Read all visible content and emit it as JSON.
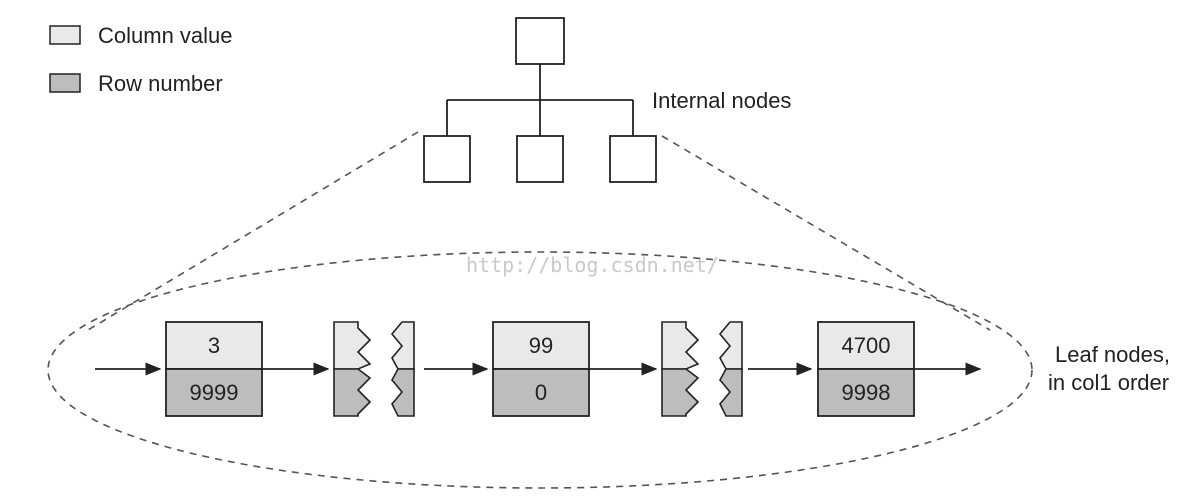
{
  "legend": {
    "items": [
      {
        "label": "Column value",
        "color": "#e9e9e9"
      },
      {
        "label": "Row number",
        "color": "#bdbdbd"
      }
    ]
  },
  "internal_nodes_label": "Internal nodes",
  "leaf_nodes_label_line1": "Leaf nodes,",
  "leaf_nodes_label_line2": "in col1 order",
  "leaf_nodes": [
    {
      "column_value": "3",
      "row_number": "9999"
    },
    {
      "column_value": "99",
      "row_number": "0"
    },
    {
      "column_value": "4700",
      "row_number": "9998"
    }
  ],
  "watermark": "http://blog.csdn.net/",
  "colors": {
    "column_value_fill": "#e9e9e9",
    "row_number_fill": "#bdbdbd",
    "stroke": "#222222",
    "dash": "#666666"
  }
}
